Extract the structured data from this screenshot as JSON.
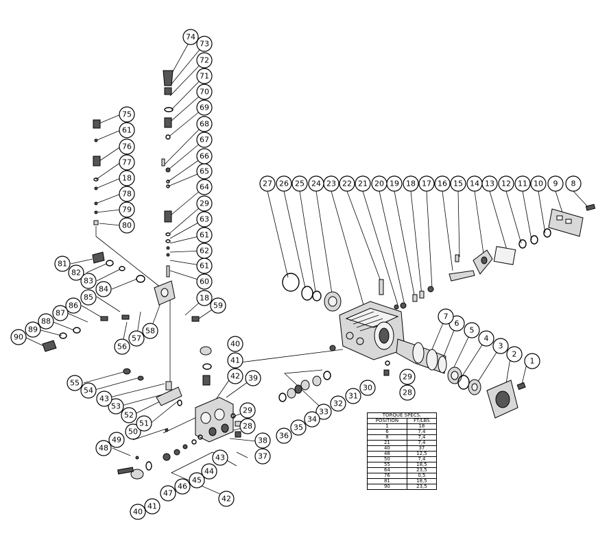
{
  "callouts": [
    "1",
    "2",
    "3",
    "4",
    "5",
    "6",
    "7",
    "8",
    "9",
    "10",
    "11",
    "12",
    "13",
    "14",
    "15",
    "16",
    "17",
    "18",
    "19",
    "20",
    "21",
    "22",
    "23",
    "24",
    "25",
    "26",
    "27",
    "28",
    "29",
    "30",
    "31",
    "32",
    "33",
    "34",
    "35",
    "36",
    "37",
    "38",
    "39",
    "40",
    "41",
    "42",
    "43",
    "44",
    "45",
    "46",
    "47",
    "48",
    "49",
    "50",
    "51",
    "52",
    "53",
    "54",
    "55",
    "56",
    "57",
    "58",
    "59",
    "60",
    "61",
    "62",
    "63",
    "64",
    "65",
    "66",
    "67",
    "68",
    "69",
    "70",
    "71",
    "72",
    "73",
    "74",
    "75",
    "76",
    "77",
    "78",
    "79",
    "80",
    "81",
    "82",
    "83",
    "84",
    "85",
    "86",
    "87",
    "88",
    "89",
    "90"
  ],
  "torque_table": {
    "title": "TORQUE SPECS.",
    "headers": [
      "POSITION",
      "FT/LBS"
    ],
    "rows": [
      [
        "1",
        "18"
      ],
      [
        "6",
        "7,4"
      ],
      [
        "8",
        "7,4"
      ],
      [
        "21",
        "7,4"
      ],
      [
        "40",
        "37"
      ],
      [
        "48",
        "12,5"
      ],
      [
        "50",
        "7,4"
      ],
      [
        "55",
        "18,5"
      ],
      [
        "64",
        "23,5"
      ],
      [
        "76",
        "0,5"
      ],
      [
        "81",
        "18,5"
      ],
      [
        "90",
        "23,5"
      ]
    ]
  }
}
